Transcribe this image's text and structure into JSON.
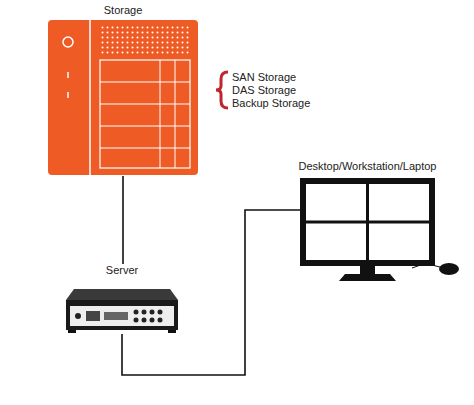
{
  "diagram": {
    "nodes": [
      {
        "text": [
          "Storage"
        ]
      },
      {
        "text": [
          "Server"
        ]
      },
      {
        "text": [
          "Desktop/Workstation/Laptop"
        ]
      }
    ],
    "edges": [
      {
        "from": 0,
        "to": 1,
        "arrow": "none"
      },
      {
        "from": 1,
        "to": 2,
        "arrow": "none"
      }
    ],
    "labels": [
      "SAN Storage",
      "DAS Storage",
      "Backup Storage"
    ]
  }
}
